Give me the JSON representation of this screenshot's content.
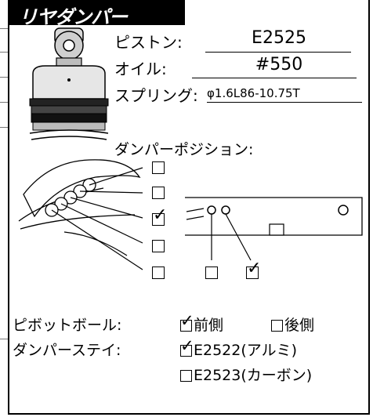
{
  "title": "リヤダンパー",
  "specs": {
    "piston_label": "ピストン:",
    "piston_value": "E2525",
    "oil_label": "オイル:",
    "oil_value": "#550",
    "spring_label": "スプリング:",
    "spring_value": "φ1.6L86-10.75T"
  },
  "position": {
    "label": "ダンパーポジション:",
    "upper_checks": [
      false,
      false,
      true,
      false,
      false
    ],
    "arm_checks": [
      false,
      true
    ]
  },
  "pivot_ball": {
    "label": "ピボットボール:",
    "options": [
      {
        "text": "前側",
        "checked": true
      },
      {
        "text": "後側",
        "checked": false
      }
    ]
  },
  "damper_stay": {
    "label": "ダンパーステイ:",
    "options": [
      {
        "text": "E2522(アルミ)",
        "checked": true
      },
      {
        "text": "E2523(カーボン)",
        "checked": false
      }
    ]
  }
}
